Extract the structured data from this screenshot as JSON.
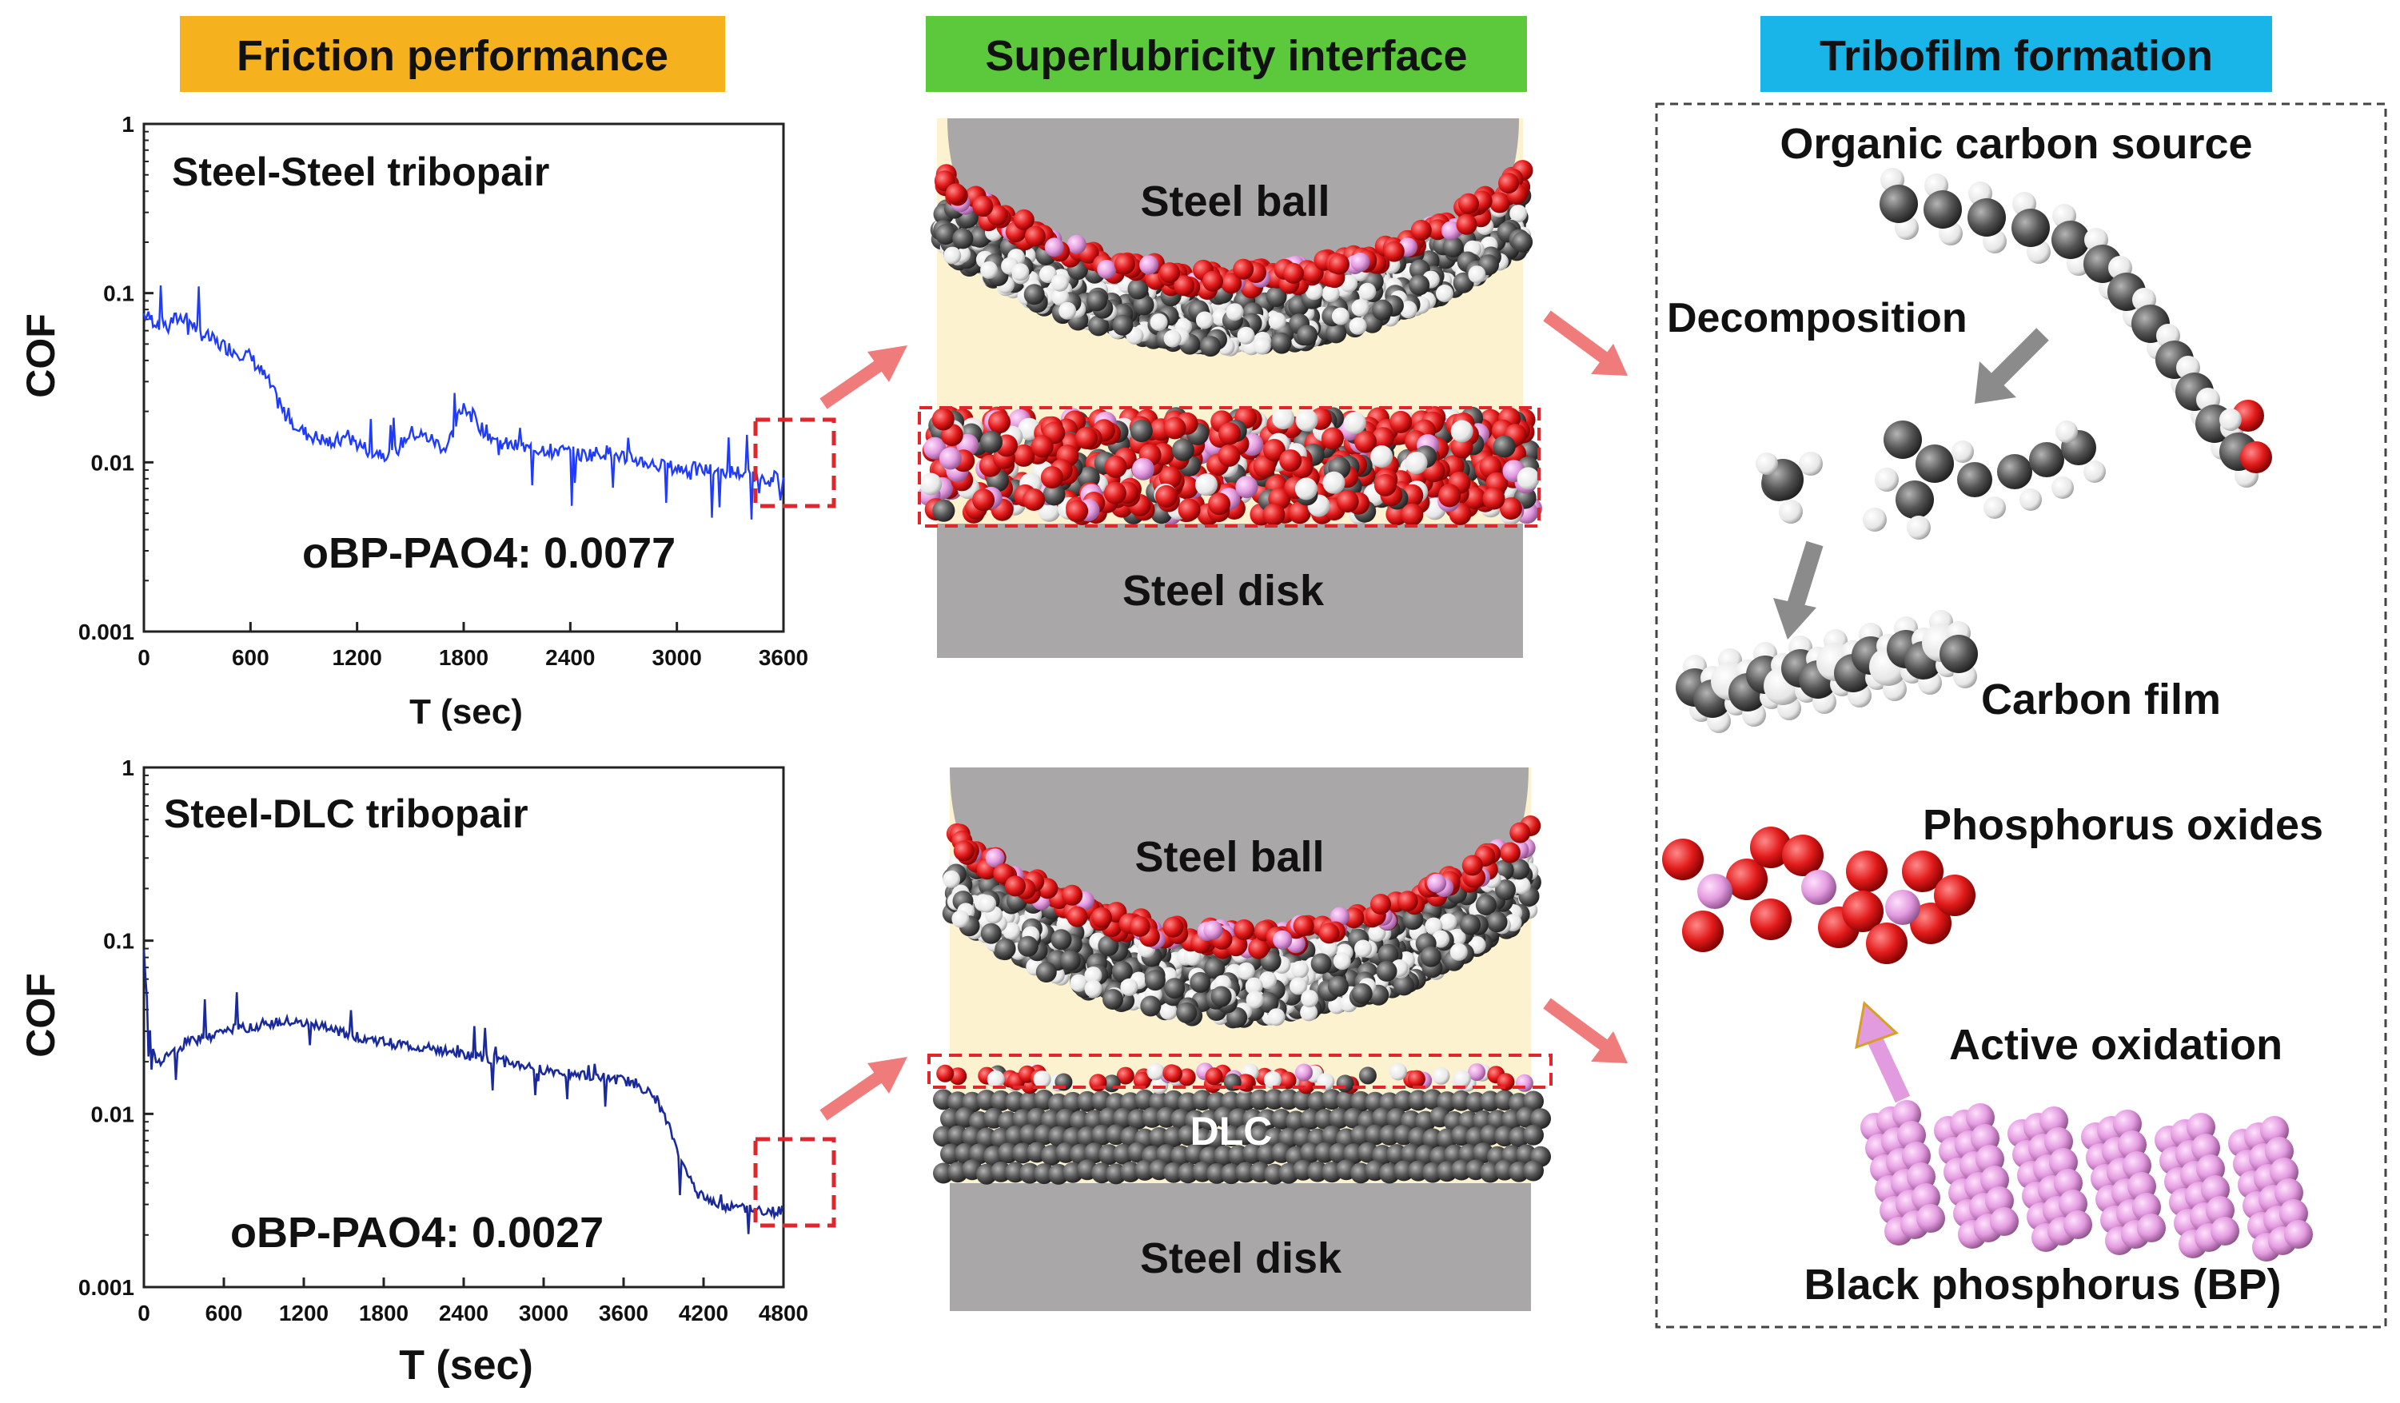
{
  "headers": {
    "friction": "Friction performance",
    "interface": "Superlubricity interface",
    "tribofilm": "Tribofilm formation"
  },
  "colors": {
    "friction_header_bg": "#F5B21E",
    "interface_header_bg": "#5CC83B",
    "tribofilm_header_bg": "#19B4E8",
    "series_top": "#1f3bff",
    "series_bottom": "#1a2a9c",
    "steel": "#a9a7a7",
    "lubricant": "#fcf2cf",
    "oxygen": "#e21a1a",
    "phosphorus": "#e39be0",
    "carbon": "#555555",
    "hydrogen": "#f1f1f1",
    "highlight_box": "#e0262b",
    "arrow_pink": "#f07b7b",
    "arrow_gray": "#8b8b8b"
  },
  "chart_data": [
    {
      "type": "line",
      "title": "Steel-Steel tribopair",
      "xlabel": "T (sec)",
      "ylabel": "COF",
      "xlim": [
        0,
        3600
      ],
      "ylim": [
        0.001,
        1
      ],
      "yscale": "log",
      "x_ticks": [
        "0",
        "600",
        "1200",
        "1800",
        "2400",
        "3000",
        "3600"
      ],
      "y_ticks": [
        "0.001",
        "0.01",
        "0.1",
        "1"
      ],
      "annotation": "oBP-PAO4: 0.0077",
      "series": [
        {
          "x": [
            0,
            60,
            120,
            180,
            240,
            300,
            420,
            600,
            700,
            780,
            900,
            1050,
            1150,
            1250,
            1400,
            1500,
            1600,
            1700,
            1800,
            1900,
            2000,
            2150,
            2300,
            2450,
            2600,
            2750,
            2900,
            3000,
            3150,
            3300,
            3450,
            3550,
            3600
          ],
          "y": [
            0.075,
            0.068,
            0.065,
            0.07,
            0.074,
            0.06,
            0.05,
            0.042,
            0.03,
            0.02,
            0.015,
            0.013,
            0.014,
            0.012,
            0.011,
            0.015,
            0.014,
            0.012,
            0.022,
            0.016,
            0.013,
            0.012,
            0.012,
            0.011,
            0.0115,
            0.0105,
            0.0095,
            0.0092,
            0.009,
            0.0088,
            0.0085,
            0.008,
            0.0077
          ]
        }
      ]
    },
    {
      "type": "line",
      "title": "Steel-DLC tribopair",
      "xlabel": "T (sec)",
      "ylabel": "COF",
      "xlim": [
        0,
        4800
      ],
      "ylim": [
        0.001,
        1
      ],
      "yscale": "log",
      "x_ticks": [
        "0",
        "600",
        "1200",
        "1800",
        "2400",
        "3000",
        "3600",
        "4200",
        "4800"
      ],
      "y_ticks": [
        "0.001",
        "0.01",
        "0.1",
        "1"
      ],
      "annotation": "oBP-PAO4: 0.0027",
      "series": [
        {
          "x": [
            0,
            40,
            100,
            200,
            350,
            600,
            900,
            1100,
            1300,
            1600,
            1800,
            2100,
            2400,
            2700,
            3000,
            3300,
            3500,
            3700,
            3850,
            3950,
            4050,
            4150,
            4300,
            4450,
            4600,
            4750,
            4800
          ],
          "y": [
            0.09,
            0.03,
            0.02,
            0.022,
            0.026,
            0.03,
            0.033,
            0.034,
            0.032,
            0.028,
            0.026,
            0.024,
            0.022,
            0.02,
            0.018,
            0.017,
            0.016,
            0.015,
            0.012,
            0.008,
            0.005,
            0.0035,
            0.003,
            0.0029,
            0.0028,
            0.0027,
            0.0028
          ]
        }
      ]
    }
  ],
  "interface": {
    "top_ball_label": "Steel ball",
    "top_disk_label": "Steel disk",
    "bottom_ball_label": "Steel ball",
    "bottom_disk_label": "Steel disk",
    "dlc_label": "DLC"
  },
  "tribofilm": {
    "organic_carbon_source": "Organic carbon source",
    "decomposition": "Decomposition",
    "carbon_film": "Carbon film",
    "phosphorus_oxides": "Phosphorus oxides",
    "active_oxidation": "Active oxidation",
    "black_phosphorus": "Black phosphorus (BP)"
  }
}
